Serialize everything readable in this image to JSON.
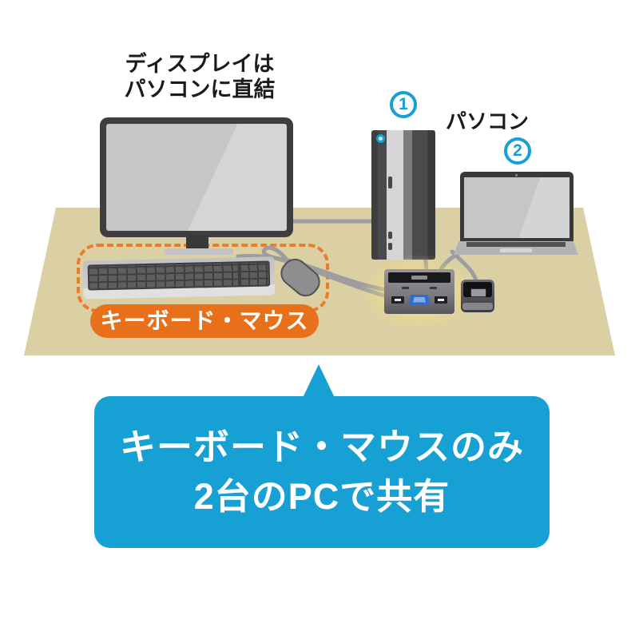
{
  "annotations": {
    "display_note_line1": "ディスプレイは",
    "display_note_line2": "パソコンに直結",
    "pc_group_label": "パソコン",
    "pc1_badge": "1",
    "pc2_badge": "2",
    "keyboard_mouse_label": "キーボード・マウス",
    "callout_line1": "キーボード・マウスのみ",
    "callout_line2": "2台のPCで共有"
  },
  "objects": [
    "monitor",
    "desktop-pc-tower",
    "laptop",
    "keyboard",
    "mouse",
    "kvm-switch",
    "kvm-remote-switch",
    "desk",
    "cables"
  ],
  "colors": {
    "brand_blue": "#17a0d4",
    "badge_orange": "#e8701b",
    "dashed_orange": "#e87d2a",
    "desk_beige": "#dbcfa4",
    "highlight_yellow": "#f8e67d",
    "cable_gray": "#9d9d9f",
    "text_black": "#1b1b1b",
    "callout_text": "#ffffff"
  }
}
